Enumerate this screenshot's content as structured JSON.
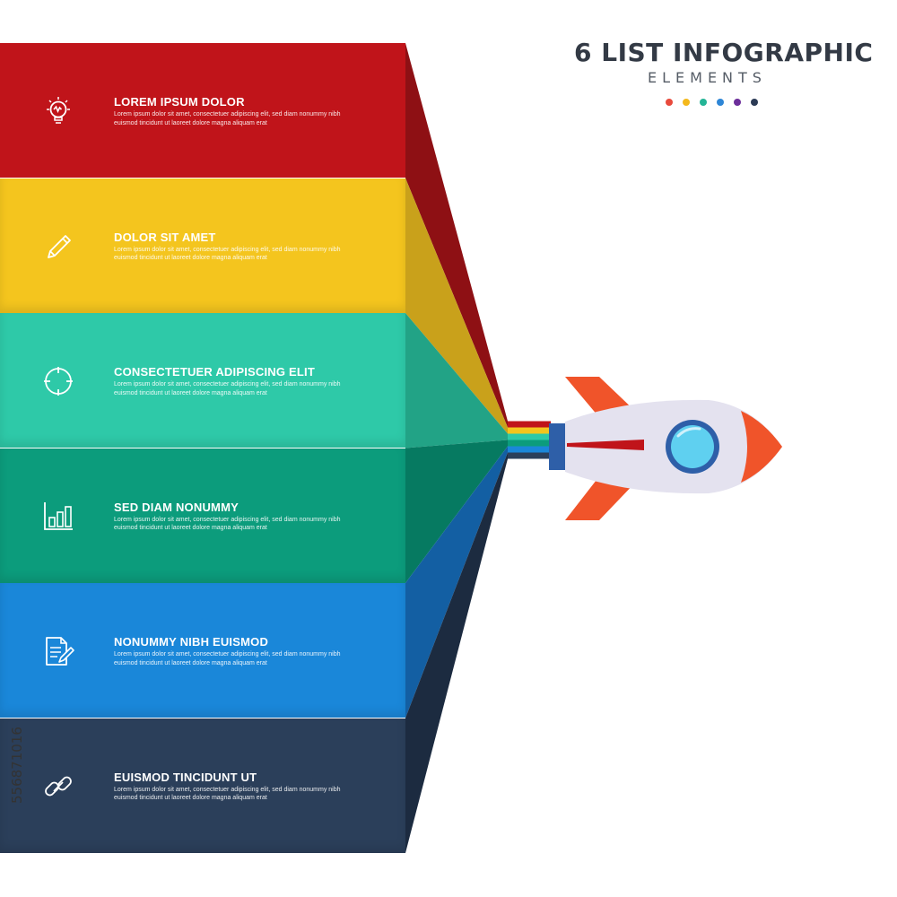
{
  "header": {
    "title": "6 LIST INFOGRAPHIC",
    "subtitle": "ELEMENTS",
    "dot_colors": [
      "#e84a3c",
      "#f4b81c",
      "#24b496",
      "#2e86d6",
      "#6c2e9a",
      "#2b3a55"
    ]
  },
  "items": [
    {
      "title": "LOREM IPSUM DOLOR",
      "text_line1": "Lorem ipsum dolor sit amet, consectetuer adipiscing elit, sed diam nonummy nibh",
      "text_line2": "euismod tincidunt ut laoreet dolore magna aliquam erat",
      "icon": "lightbulb-icon",
      "color": "#c0141a",
      "side_color": "#8e1014"
    },
    {
      "title": "DOLOR SIT AMET",
      "text_line1": "Lorem ipsum dolor sit amet, consectetuer adipiscing elit, sed diam nonummy nibh",
      "text_line2": "euismod tincidunt ut laoreet dolore magna aliquam erat",
      "icon": "pencil-icon",
      "color": "#f4c51e",
      "side_color": "#c9a11b"
    },
    {
      "title": "CONSECTETUER ADIPISCING ELIT",
      "text_line1": "Lorem ipsum dolor sit amet, consectetuer adipiscing elit, sed diam nonummy nibh",
      "text_line2": "euismod tincidunt ut laoreet dolore magna aliquam erat",
      "icon": "target-icon",
      "color": "#2ec9a8",
      "side_color": "#22a386"
    },
    {
      "title": "SED DIAM NONUMMY",
      "text_line1": "Lorem ipsum dolor sit amet, consectetuer adipiscing elit, sed diam nonummy nibh",
      "text_line2": "euismod tincidunt ut laoreet dolore magna aliquam erat",
      "icon": "bar-chart-icon",
      "color": "#0c9c7c",
      "side_color": "#067a61"
    },
    {
      "title": "NONUMMY NIBH EUISMOD",
      "text_line1": "Lorem ipsum dolor sit amet, consectetuer adipiscing elit, sed diam nonummy nibh",
      "text_line2": "euismod tincidunt ut laoreet dolore magna aliquam erat",
      "icon": "document-icon",
      "color": "#1a87d9",
      "side_color": "#135fa3"
    },
    {
      "title": "EUISMOD TINCIDUNT UT",
      "text_line1": "Lorem ipsum dolor sit amet, consectetuer adipiscing elit, sed diam nonummy nibh",
      "text_line2": "euismod tincidunt ut laoreet dolore magna aliquam erat",
      "icon": "link-icon",
      "color": "#2b3f5a",
      "side_color": "#1c2b40"
    }
  ],
  "side_id": "556871016",
  "rocket": {
    "body_color": "#e4e2ef",
    "accent_color": "#f0542a",
    "window_color": "#2e5fa8",
    "glass_color": "#5fd0f0"
  }
}
